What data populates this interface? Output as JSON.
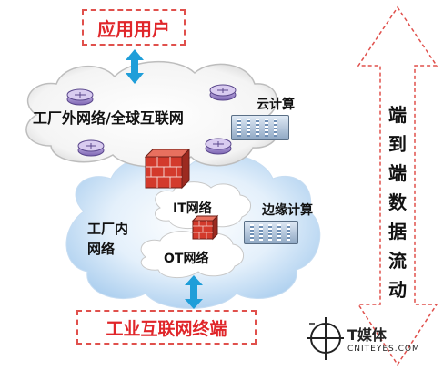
{
  "top_box": {
    "label": "应用用户"
  },
  "bottom_box": {
    "label": "工业互联网终端"
  },
  "outer_cloud": {
    "label": "工厂外网络/全球互联网"
  },
  "cloud_compute": {
    "label": "云计算"
  },
  "inner_cloud": {
    "label_line1": "工厂内",
    "label_line2": "网络"
  },
  "it_network": {
    "label": "IT网络"
  },
  "ot_network": {
    "label": "OT网络"
  },
  "edge_compute": {
    "label": "边缘计算"
  },
  "side_arrow": {
    "chars": [
      "端",
      "到",
      "端",
      "数",
      "据",
      "流",
      "动"
    ]
  },
  "logo": {
    "name": "T媒体",
    "domain": "CNITEYES.COM"
  },
  "colors": {
    "accent_red": "#e0262a",
    "arrow_blue": "#1f9ed9",
    "cloud_white": "#ffffff",
    "cloud_blue": "#cfe4f7"
  }
}
